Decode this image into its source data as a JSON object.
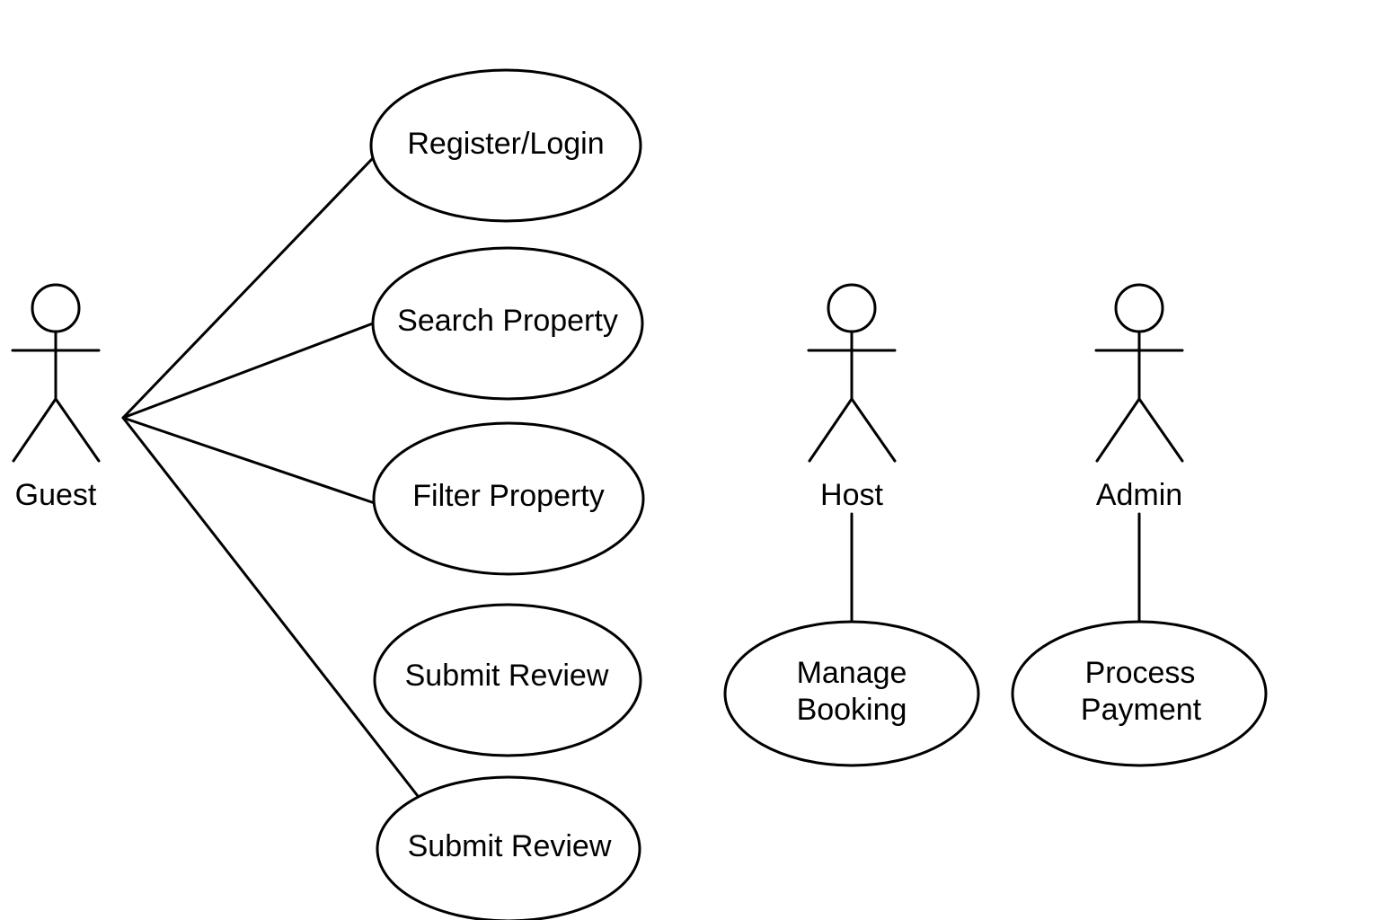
{
  "actors": {
    "guest": {
      "label": "Guest"
    },
    "host": {
      "label": "Host"
    },
    "admin": {
      "label": "Admin"
    }
  },
  "use_cases": {
    "register_login": {
      "lines": [
        "Register/Login"
      ]
    },
    "search_property": {
      "lines": [
        "Search Property"
      ]
    },
    "filter_property": {
      "lines": [
        "Filter Property"
      ]
    },
    "submit_review_1": {
      "lines": [
        "Submit Review"
      ]
    },
    "submit_review_2": {
      "lines": [
        "Submit Review"
      ]
    },
    "manage_booking": {
      "lines": [
        "Manage",
        "Booking"
      ]
    },
    "process_payment": {
      "lines": [
        "Process",
        "Payment"
      ]
    }
  },
  "style": {
    "stroke_color": "#000000",
    "background_color": "#ffffff"
  }
}
